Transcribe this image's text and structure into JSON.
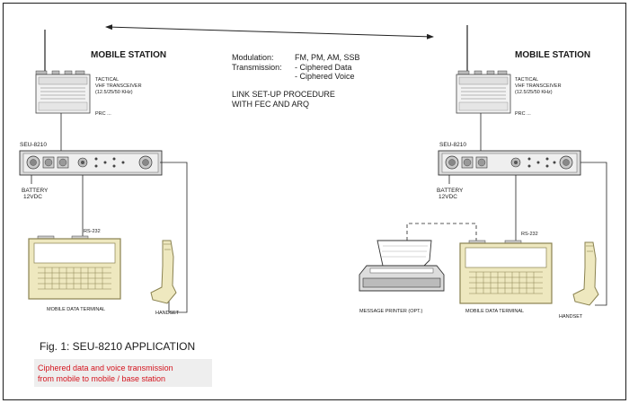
{
  "left_station": {
    "title": "MOBILE STATION",
    "transceiver_label_1": "TACTICAL",
    "transceiver_label_2": "VHF TRANSCEIVER",
    "transceiver_label_3": "(12.5/25/50 KHz)",
    "transceiver_model": "PRC ...",
    "unit_label": "SEU-8210",
    "battery_label_1": "BATTERY",
    "battery_label_2": "12VDC",
    "interface_label": "RS-232",
    "terminal_label": "MOBILE DATA TERMINAL",
    "handset_label": "HANDSET"
  },
  "right_station": {
    "title": "MOBILE STATION",
    "transceiver_label_1": "TACTICAL",
    "transceiver_label_2": "VHF TRANSCEIVER",
    "transceiver_label_3": "(12.5/25/50 KHz)",
    "transceiver_model": "PRC ...",
    "unit_label": "SEU-8210",
    "battery_label_1": "BATTERY",
    "battery_label_2": "12VDC",
    "interface_label": "RS-232",
    "printer_label": "MESSAGE PRINTER  (OPT.)",
    "terminal_label": "MOBILE DATA TERMINAL",
    "handset_label": "HANDSET"
  },
  "link_info": {
    "modulation_key": "Modulation:",
    "modulation_value": "FM, PM, AM, SSB",
    "transmission_key": "Transmission:",
    "transmission_value_1": "- Ciphered Data",
    "transmission_value_2": "- Ciphered Voice",
    "procedure_1": "LINK SET-UP PROCEDURE",
    "procedure_2": "WITH FEC AND ARQ"
  },
  "caption": {
    "figure_title": "Fig. 1:  SEU-8210   APPLICATION",
    "note_line_1": "Ciphered data and voice transmission",
    "note_line_2": "from mobile to mobile / base station"
  },
  "colors": {
    "terminal_fill": "#eee8bf",
    "terminal_border": "#8a8250",
    "note_background": "#eeeeee",
    "note_text": "#d4141e",
    "frame": "#333333"
  }
}
